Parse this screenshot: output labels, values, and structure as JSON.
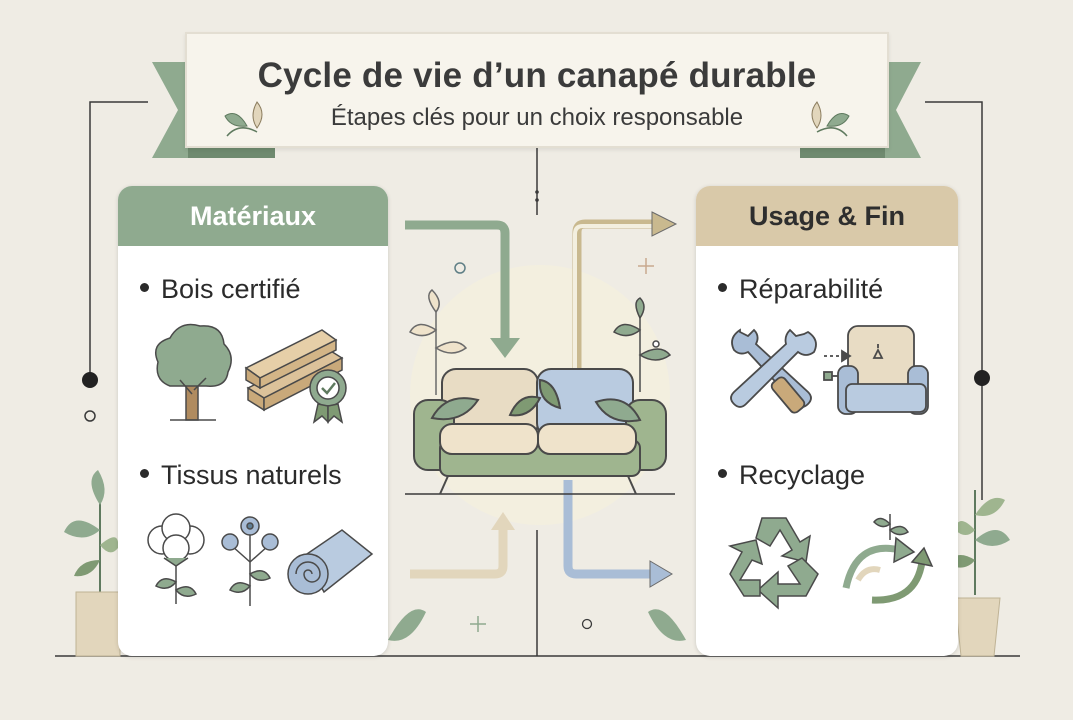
{
  "banner": {
    "title": "Cycle de vie d’un canapé durable",
    "subtitle": "Étapes clés pour un choix responsable"
  },
  "left_card": {
    "title": "Matériaux",
    "items": [
      {
        "label": "Bois certifié",
        "icons": [
          "tree-icon",
          "wood-planks-certified-icon"
        ]
      },
      {
        "label": "Tissus naturels",
        "icons": [
          "cotton-icon",
          "flax-flower-icon",
          "fabric-roll-icon"
        ]
      }
    ]
  },
  "right_card": {
    "title": "Usage & Fin",
    "items": [
      {
        "label": "Réparabilité",
        "icons": [
          "wrench-screwdriver-icon",
          "armchair-repair-icon"
        ]
      },
      {
        "label": "Recyclage",
        "icons": [
          "recycle-icon",
          "leaf-cycle-icon"
        ]
      }
    ]
  },
  "colors": {
    "green": "#8faa8f",
    "sage": "#7f9a73",
    "tan": "#d9c9a9",
    "blue": "#a9bdd6",
    "background": "#efece4"
  }
}
